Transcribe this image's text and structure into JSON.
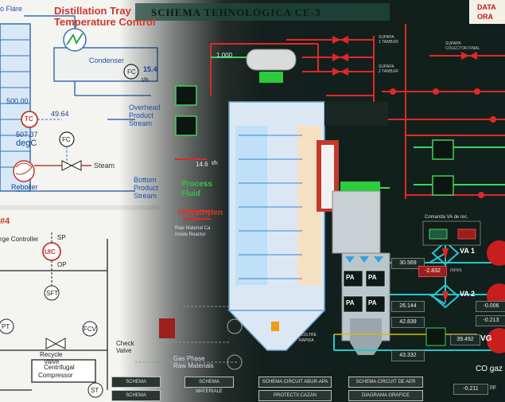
{
  "left_panel": {
    "title_line1": "Distillation Tray",
    "title_line2": "Temperature Control",
    "flare": "o Flare",
    "condenser": "Condenser",
    "fc_label": "FC",
    "tc_label": "TC",
    "fc_value_top": "15.4",
    "fc_unit_top": "t/h",
    "tc_setpoint": "500.00",
    "tc_value": "507.37",
    "tc_unit": "degC",
    "fc_value_mid": "49.64",
    "steam": "Steam",
    "reboiler": "Reboiler",
    "overhead": "Overhead",
    "product": "Product",
    "stream": "Stream",
    "bottom_line1": "Bottom",
    "bottom_line2": "Product",
    "bottom_line3": "Stream",
    "section_no": "#4",
    "surge_controller": "rge Controller",
    "sp": "SP",
    "op": "OP",
    "uic": "UIC",
    "sft": "SFT",
    "pt": "PT",
    "fcv": "FCV",
    "recycle_valve_1": "Recycle",
    "recycle_valve_2": "Valve",
    "centrifugal_1": "Centrifugal",
    "centrifugal_2": "Compressor",
    "st": "ST"
  },
  "right_panel": {
    "header": "SCHEMA TEHNOLOGICA CE-3",
    "date_line1": "DATA",
    "date_line2": "ORA",
    "value_top": "1.000",
    "supapa_1": "SUPAPA",
    "supapa_1b": "1 TAMBUR",
    "supapa_2": "SUPAPA",
    "supapa_2b": "2 TAMBUR",
    "supapa_3": "SUPAPA",
    "supapa_3b": "COLECTOR FINAL",
    "process_fluid_1": "Process",
    "process_fluid_2": "Fluid",
    "polyethylene": "Polyethylen",
    "flow_value": "14.6",
    "flow_unit": "t/h",
    "raw_note_1": "Raw Material Ca",
    "raw_note_2": "Inside Reactor",
    "check_valve_1": "Check",
    "check_valve_2": "Valve",
    "gas_phase_1": "Gas Phase",
    "gas_phase_2": "Raw Materials",
    "coltre": "COLTRE",
    "rapida": "RAPIDA",
    "comanda_va": "Comanda VA de rec.",
    "va1": "VA 1",
    "va2": "VA 2",
    "vg": "VG",
    "co_gaz": "CO gaz",
    "val_1": "30.569",
    "val_2": "-2.832",
    "unit_2": "mm/s",
    "val_3": "26.144",
    "val_4": "42.839",
    "val_5": "43.332",
    "val_6": "39.492",
    "val_7": "-0.006",
    "val_8": "-0.211",
    "val_9": "-0.213",
    "val_pp": "pp",
    "pa_labels": [
      "PA",
      "PA",
      "PA",
      "PA"
    ],
    "buttons": [
      "SCHEMA MATERIALE",
      "SCHEMA CIRCUIT ABUR-APA",
      "SCHEMA CIRCUIT DE AER",
      "PROTECTII CAZAN",
      "DIAGRAMA GRAFICE"
    ],
    "buttons_left": [
      "SCHEMA",
      "SCHEMA"
    ],
    "colors": {
      "steam_red": "#e02828",
      "water_cyan": "#27c7cf",
      "boiler_blue": "#3aa0d8",
      "green": "#3fd35a",
      "yellow": "#e0c400"
    }
  }
}
